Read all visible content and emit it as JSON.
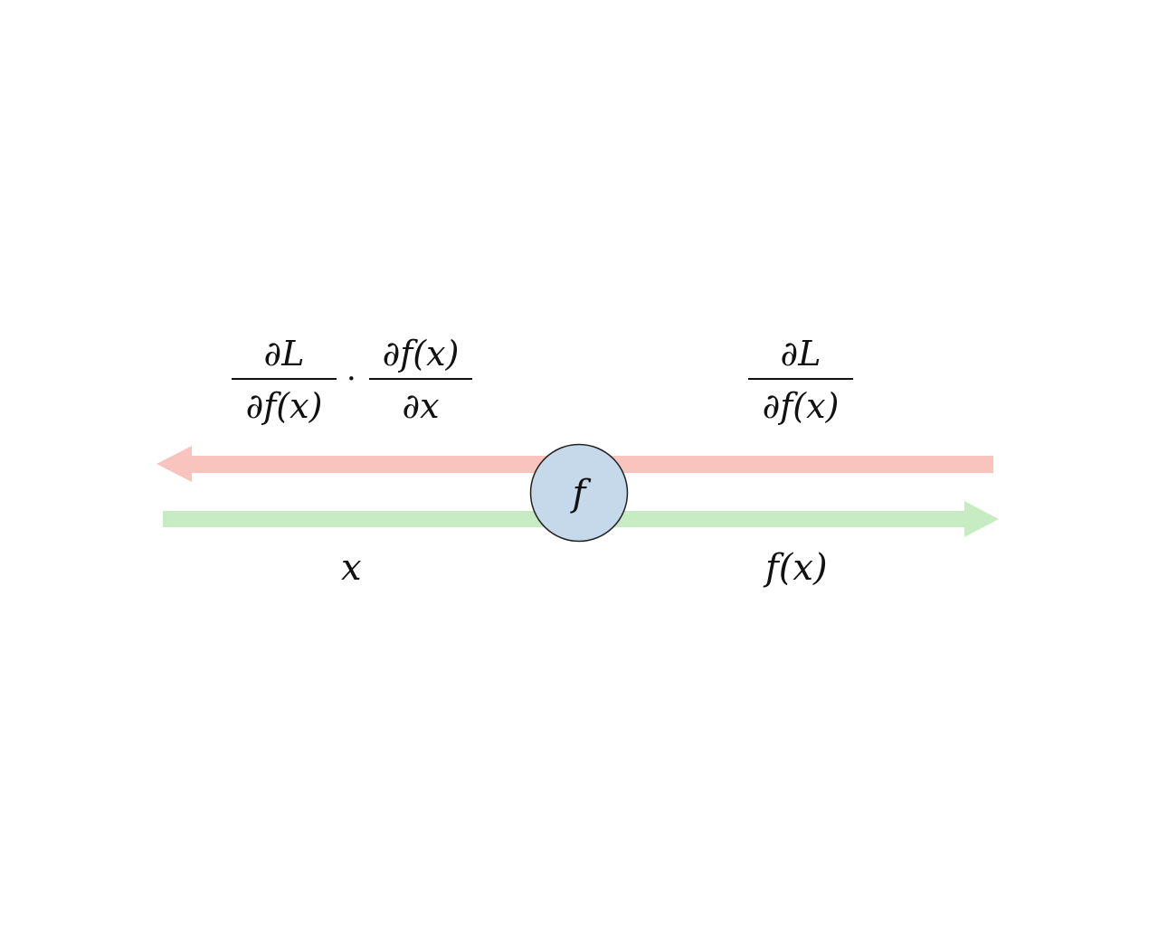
{
  "colors": {
    "backward_arrow": "#f9c4bd",
    "forward_arrow": "#c7ebc3",
    "node_fill": "#c6d9ea",
    "node_stroke": "#222222"
  },
  "node": {
    "label": "f"
  },
  "forward": {
    "input_label": "x",
    "output_label": "f(x)"
  },
  "backward": {
    "upstream_grad": {
      "numerator": "∂L",
      "denominator": "∂f(x)"
    },
    "downstream_grad": {
      "left": {
        "numerator": "∂L",
        "denominator": "∂f(x)"
      },
      "operator": "·",
      "right": {
        "numerator": "∂f(x)",
        "denominator": "∂x"
      }
    }
  }
}
